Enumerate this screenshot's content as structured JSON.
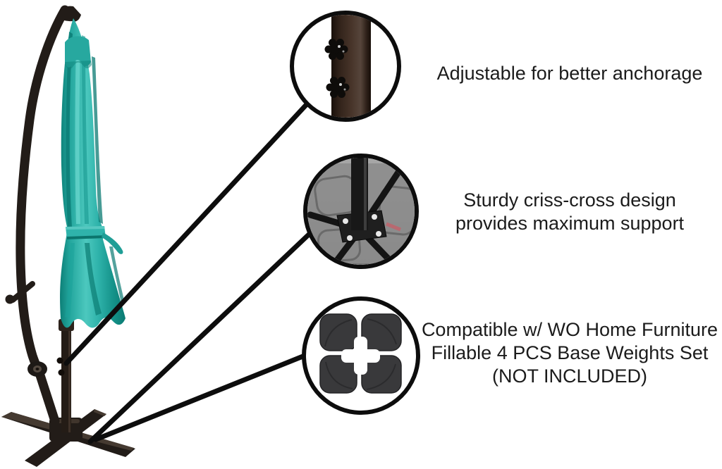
{
  "page": {
    "background": "#ffffff"
  },
  "colors": {
    "page_bg": "#ffffff",
    "canopy_teal": "#2fb3ab",
    "frame_black": "#221c18",
    "callout_line": "#0d0d0d",
    "text_color": "#1b1b1b",
    "weight_gray": "#8d8d8d",
    "base_weight_dark": "#39393b"
  },
  "illustration": {
    "umbrella": "teal-cantilever-patio-umbrella-closed",
    "detail_circles": [
      "pole-adjustment-knobs-closeup",
      "criss-cross-base-straps-closeup",
      "four-piece-base-weights-closeup"
    ]
  },
  "callouts": [
    {
      "feature": "height-adjustment-knobs",
      "text_lines": [
        "Adjustable for better anchorage"
      ]
    },
    {
      "feature": "criss-cross-base",
      "text_lines": [
        "Sturdy criss-cross design",
        "provides maximum support"
      ]
    },
    {
      "feature": "base-weights-compatibility",
      "text_lines": [
        "Compatible w/ WO Home Furniture",
        "Fillable 4 PCS Base Weights Set",
        "(NOT INCLUDED)"
      ]
    }
  ]
}
